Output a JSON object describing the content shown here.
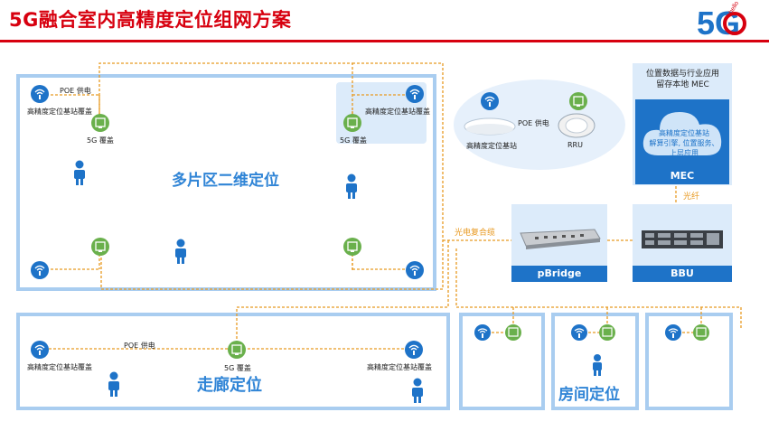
{
  "title": "5G融合室内高精度定位组网方案",
  "logo": {
    "text": "5G",
    "tag": "hello"
  },
  "zones": {
    "multi": "多片区二维定位",
    "corridor": "走廊定位",
    "room": "房间定位"
  },
  "labels": {
    "poe": "POE 供电",
    "hp_station": "高精度定位基站覆盖",
    "cov5g": "5G 覆盖",
    "detail_station": "高精度定位基站",
    "rru": "RRU",
    "detail_poe": "POE 供电",
    "mec_top": "位置数据与行业应用\n留存本地 MEC",
    "cloud": "高精度定位基站\n解算引擎, 位置服务、\n上层应用",
    "mec": "MEC",
    "fiber": "光纤",
    "hybrid": "光电复合缆",
    "pbridge": "pBridge",
    "bbu": "BBU"
  },
  "colors": {
    "accent": "#d7000f",
    "zone": "#a9cdf0",
    "cable": "#e89a22",
    "blue": "#1e73c8"
  }
}
